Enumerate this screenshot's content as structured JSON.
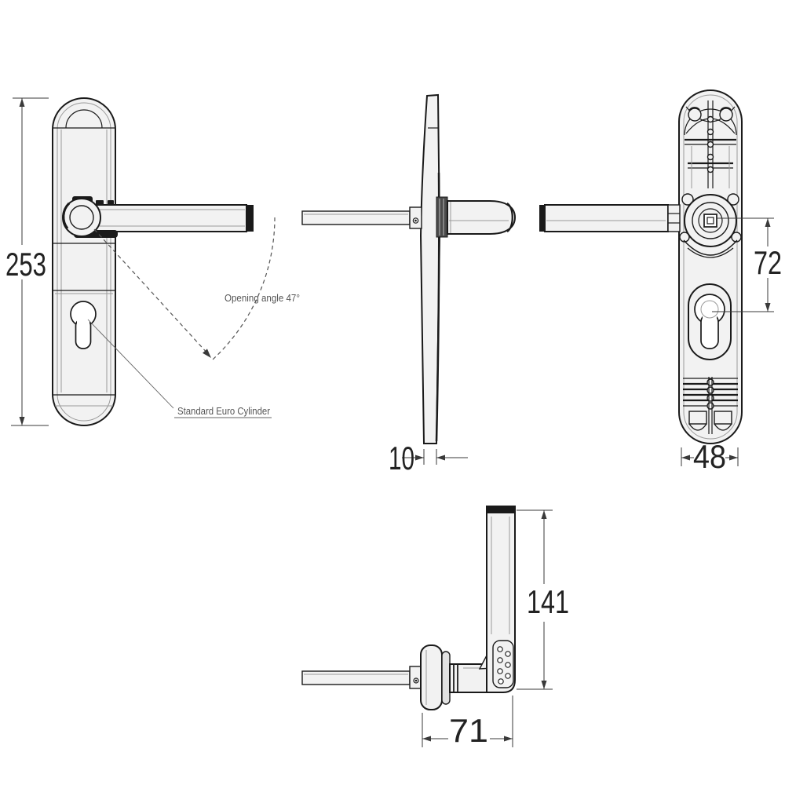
{
  "colors": {
    "ink": "#1a1a1a",
    "dim": "#3a3a3a",
    "fill": "#f2f2f2",
    "note": "#555555"
  },
  "dimensions": {
    "overall_height": "253",
    "plate_thickness": "10",
    "centres": "72",
    "plate_width": "48",
    "lever_length": "141",
    "projection": "71"
  },
  "annotations": {
    "opening_angle": "Opening angle 47°",
    "euro_cylinder": "Standard Euro Cylinder"
  }
}
